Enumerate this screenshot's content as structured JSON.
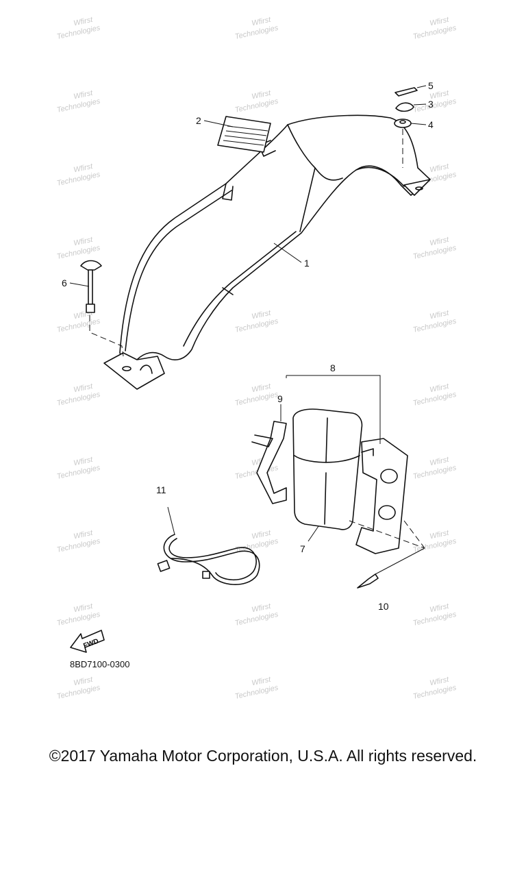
{
  "diagram": {
    "code": "8BD7100-0300",
    "copyright": "©2017 Yamaha Motor Corporation, U.S.A. All rights reserved.",
    "fwd_label": "FWD",
    "watermark": [
      "Wfirst",
      "Technologies"
    ],
    "callouts": [
      "1",
      "2",
      "3",
      "4",
      "5",
      "6",
      "7",
      "8",
      "9",
      "10",
      "11"
    ]
  }
}
